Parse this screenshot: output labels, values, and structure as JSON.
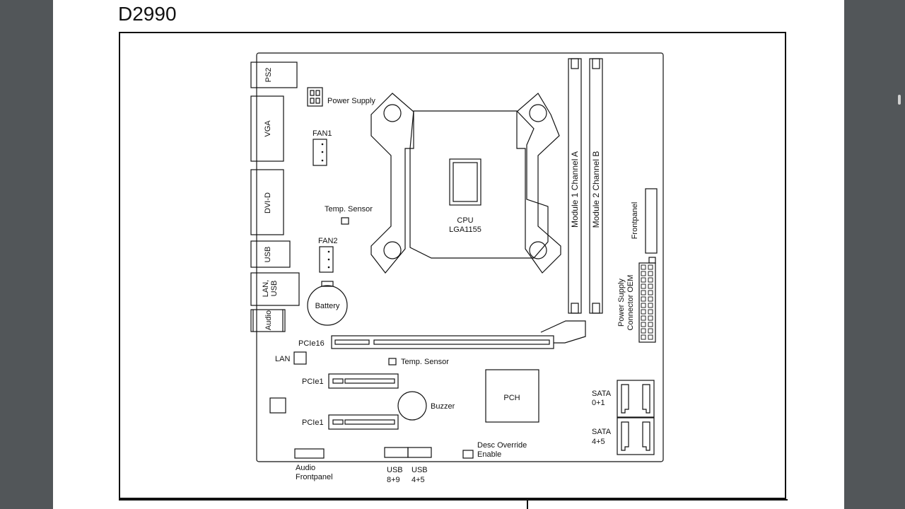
{
  "document": {
    "title": "D2990"
  },
  "diagram": {
    "ports": {
      "ps2": "PS2",
      "vga": "VGA",
      "dvi": "DVI-D",
      "usb": "USB",
      "lan_usb_1": "LAN,",
      "lan_usb_2": "USB",
      "audio": "Audio"
    },
    "labels": {
      "power_supply": "Power Supply",
      "fan1": "FAN1",
      "fan2": "FAN2",
      "temp_sensor_top": "Temp. Sensor",
      "temp_sensor_bottom": "Temp. Sensor",
      "battery": "Battery",
      "cpu_line1": "CPU",
      "cpu_line2": "LGA1155",
      "module1": "Module 1 Channel A",
      "module2": "Module 2 Channel B",
      "frontpanel": "Frontpanel",
      "psu_oem_line1": "Power Supply",
      "psu_oem_line2": "Connector OEM",
      "pcie16": "PCIe16",
      "lan": "LAN",
      "pcie1_a": "PCIe1",
      "pcie1_b": "PCIe1",
      "buzzer": "Buzzer",
      "pch": "PCH",
      "sata01_line1": "SATA",
      "sata01_line2": "0+1",
      "sata45_line1": "SATA",
      "sata45_line2": "4+5",
      "desc_line1": "Desc Override",
      "desc_line2": "Enable",
      "audio_fp_line1": "Audio",
      "audio_fp_line2": "Frontpanel",
      "usb89_line1": "USB",
      "usb89_line2": "8+9",
      "usb45_line1": "USB",
      "usb45_line2": "4+5"
    }
  }
}
